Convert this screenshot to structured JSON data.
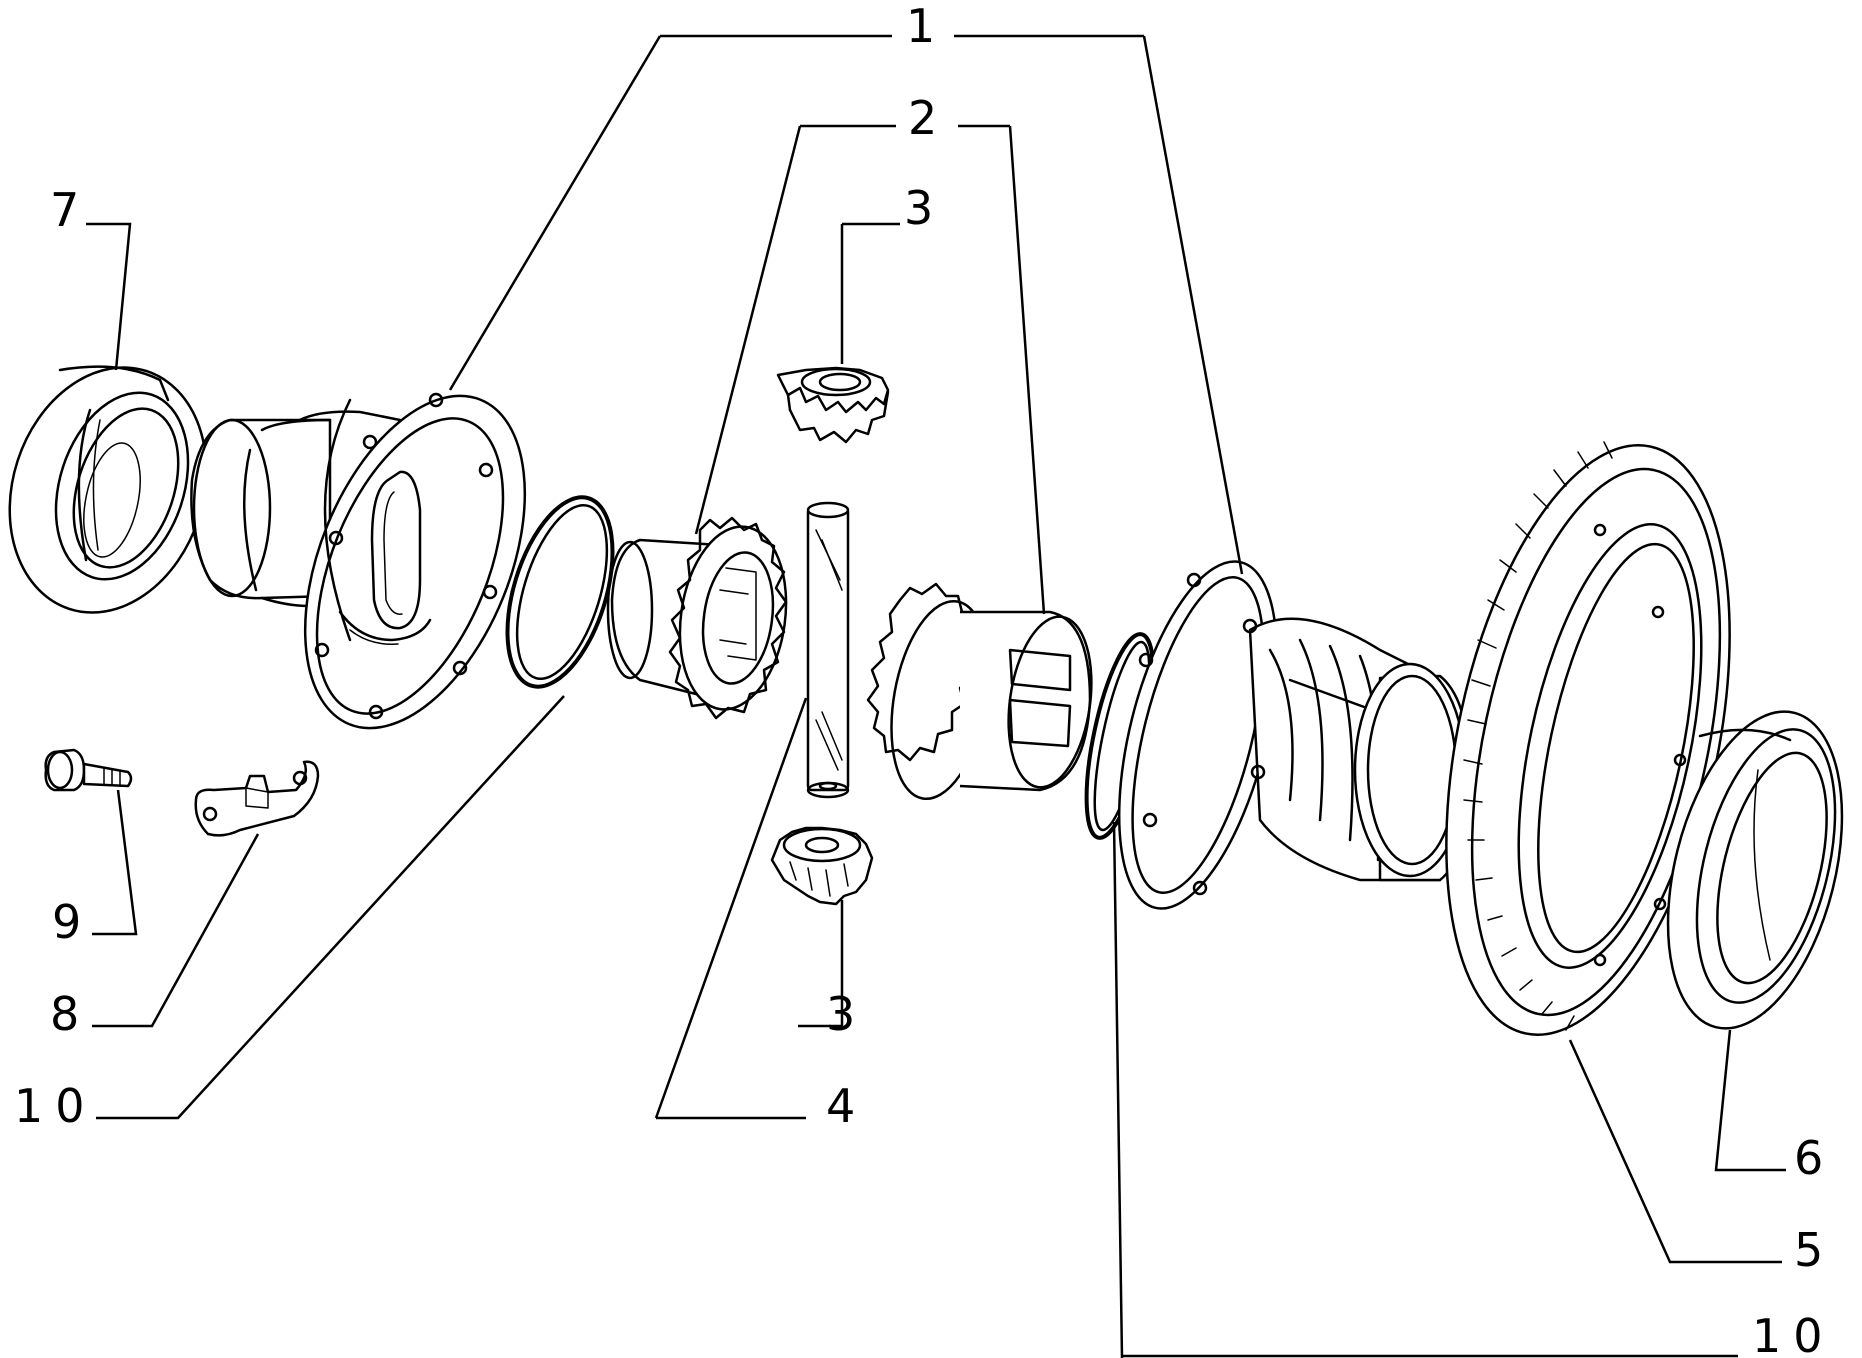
{
  "callouts": {
    "c1_top": "1",
    "c2_top": "2",
    "c3_top": "3",
    "c3_bottom": "3",
    "c4": "4",
    "c5": "5",
    "c6": "6",
    "c7": "7",
    "c8": "8",
    "c9": "9",
    "c10_left": "10",
    "c10_bottom": "10"
  }
}
